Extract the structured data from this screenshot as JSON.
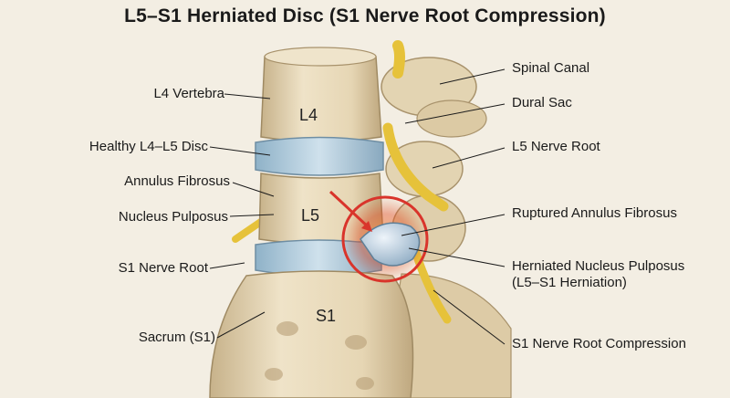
{
  "title": "L5–S1 Herniated Disc (S1 Nerve Root Compression)",
  "vertebra_labels": {
    "l4": "L4",
    "l5": "L5",
    "s1": "S1"
  },
  "left_labels": {
    "l4_vertebra": "L4 Vertebra",
    "healthy_disc": "Healthy L4–L5 Disc",
    "annulus_fibrosus": "Annulus Fibrosus",
    "nucleus_pulposus": "Nucleus Pulposus",
    "s1_nerve_root": "S1 Nerve Root",
    "sacrum": "Sacrum (S1)"
  },
  "right_labels": {
    "spinal_canal": "Spinal Canal",
    "dural_sac": "Dural Sac",
    "l5_nerve_root": "L5 Nerve Root",
    "ruptured_annulus": "Ruptured Annulus Fibrosus",
    "herniated_line1": "Herniated Nucleus Pulposus",
    "herniated_line2": "(L5–S1 Herniation)",
    "s1_compression": "S1 Nerve Root Compression"
  },
  "colors": {
    "bone": "#e9dcc0",
    "bone_shadow": "#c9b48e",
    "disc": "#b9d3e2",
    "nerve": "#e6c23a",
    "highlight": "#d9342b",
    "leader": "#1a1a1a"
  }
}
